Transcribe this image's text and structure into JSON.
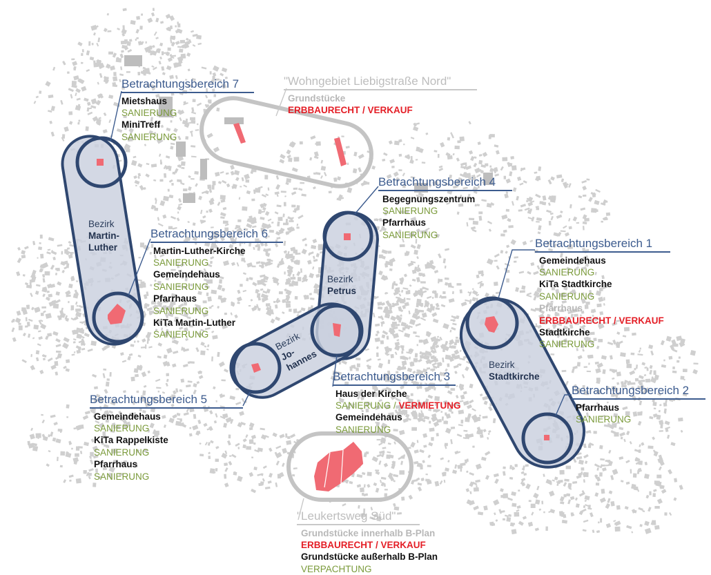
{
  "colors": {
    "zone_fill": "#c9d0de",
    "zone_stroke": "#2f4770",
    "header_blue": "#3c5b8e",
    "status_green": "#7a9a3a",
    "status_red": "#e41e26",
    "site_red": "#f06a73",
    "future_grey": "#bdbdbd",
    "building_grey": "#cfcfcf"
  },
  "areas": {
    "b7": {
      "title": "Betrachtungsbereich 7",
      "items": [
        {
          "name": "Mietshaus",
          "status": "SANIERUNG"
        },
        {
          "name": "MiniTreff",
          "status": "SANIERUNG"
        }
      ]
    },
    "b6": {
      "title": "Betrachtungsbereich 6",
      "items": [
        {
          "name": "Martin-Luther-Kirche",
          "status": "SANIERUNG"
        },
        {
          "name": "Gemeindehaus",
          "status": "SANIERUNG"
        },
        {
          "name": "Pfarrhaus",
          "status": "SANIERUNG"
        },
        {
          "name": "KiTa Martin-Luther",
          "status": "SANIERUNG"
        }
      ]
    },
    "b5": {
      "title": "Betrachtungsbereich 5",
      "items": [
        {
          "name": "Gemeindehaus",
          "status": "SANIERUNG"
        },
        {
          "name": "KiTa Rappelkiste",
          "status": "SANIERUNG"
        },
        {
          "name": "Pfarrhaus",
          "status": "SANIERUNG"
        }
      ]
    },
    "b4": {
      "title": "Betrachtungsbereich 4",
      "items": [
        {
          "name": "Begegnungszentrum",
          "status": "SANIERUNG"
        },
        {
          "name": "Pfarrhaus",
          "status": "SANIERUNG"
        }
      ]
    },
    "b3": {
      "title": "Betrachtungsbereich 3",
      "items": [
        {
          "name": "Haus der Kirche",
          "status": "SANIERUNG / ",
          "status2": "VERMIETUNG"
        },
        {
          "name": "Gemeindehaus",
          "status": "SANIERUNG"
        }
      ]
    },
    "b2": {
      "title": "Betrachtungsbereich 2",
      "items": [
        {
          "name": "Pfarrhaus",
          "status": "SANIERUNG"
        }
      ]
    },
    "b1": {
      "title": "Betrachtungsbereich 1",
      "items": [
        {
          "name": "Gemeindehaus",
          "status": "SANIERUNG"
        },
        {
          "name": "KiTa Stadtkirche",
          "status": "SANIERUNG"
        },
        {
          "name": "Pfarrhaus",
          "status": "ERBBAURECHT / VERKAUF"
        },
        {
          "name": "Stadtkirche",
          "status": "SANIERUNG"
        }
      ]
    }
  },
  "liebig": {
    "title": "\"Wohngebiet Liebigstraße Nord\"",
    "line1": "Grundstücke",
    "line2": "ERBBAURECHT / VERKAUF"
  },
  "leukert": {
    "title": "\"Leukertsweg Süd\"",
    "line1": "Grundstücke innerhalb B-Plan",
    "line2": "ERBBAURECHT / VERKAUF",
    "line3": "Grundstücke außerhalb B-Plan",
    "line4": "VERPACHTUNG"
  },
  "districts": {
    "martin": {
      "prefix": "Bezirk",
      "name1": "Martin-",
      "name2": "Luther"
    },
    "petrus": {
      "prefix": "Bezirk",
      "name": "Petrus"
    },
    "johannes": {
      "prefix": "Bezirk",
      "name1": "Jo-",
      "name2": "hannes"
    },
    "stadt": {
      "prefix": "Bezirk",
      "name": "Stadtkirche"
    }
  }
}
